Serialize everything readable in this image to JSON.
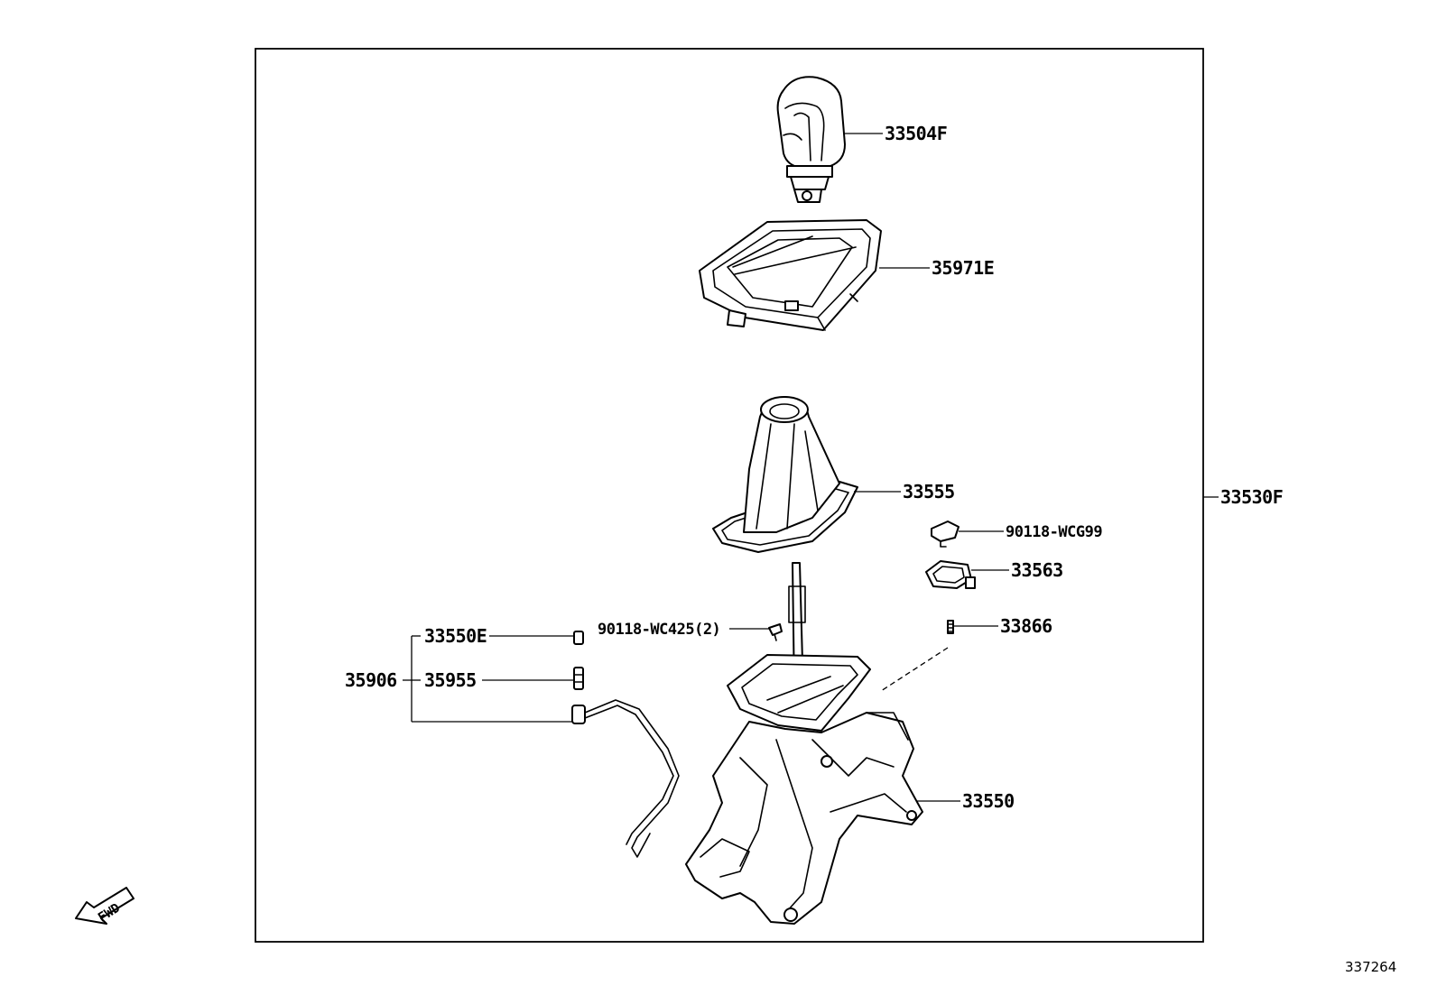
{
  "diagram": {
    "assembly_label": "33530F",
    "reference_number": "337264",
    "fwd_label": "FWD",
    "parts": [
      {
        "id": "knob",
        "label": "33504F"
      },
      {
        "id": "bezel",
        "label": "35971E"
      },
      {
        "id": "boot",
        "label": "33555"
      },
      {
        "id": "clip",
        "label": "90118-WCG99"
      },
      {
        "id": "cover",
        "label": "33563"
      },
      {
        "id": "spring",
        "label": "33866"
      },
      {
        "id": "screw",
        "label": "90118-WC425(2)"
      },
      {
        "id": "bulb",
        "label": "33550E"
      },
      {
        "id": "socket",
        "label": "35955"
      },
      {
        "id": "wire-group",
        "label": "35906"
      },
      {
        "id": "lever-base",
        "label": "33550"
      }
    ]
  }
}
